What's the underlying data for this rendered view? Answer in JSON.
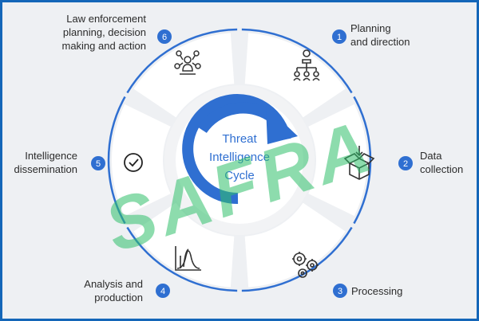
{
  "diagram": {
    "center_title": [
      "Threat",
      "Intelligence",
      "Cycle"
    ],
    "watermark": "SAFRA",
    "accent_color": "#2f6fd1",
    "stages": [
      {
        "number": "1",
        "label": [
          "Planning",
          "and direction"
        ],
        "icon": "hierarchy-icon"
      },
      {
        "number": "2",
        "label": [
          "Data",
          "collection"
        ],
        "icon": "open-box-icon"
      },
      {
        "number": "3",
        "label": [
          "Processing"
        ],
        "icon": "gears-icon"
      },
      {
        "number": "4",
        "label": [
          "Analysis and",
          "production"
        ],
        "icon": "bell-curve-chart-icon"
      },
      {
        "number": "5",
        "label": [
          "Intelligence",
          "dissemination"
        ],
        "icon": "check-circle-icon"
      },
      {
        "number": "6",
        "label": [
          "Law enforcement",
          "planning, decision",
          "making and action"
        ],
        "icon": "team-icon"
      }
    ]
  }
}
